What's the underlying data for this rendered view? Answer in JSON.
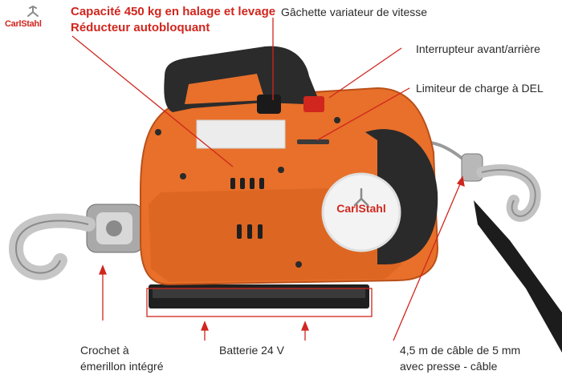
{
  "brand": {
    "name": "CarlStahl",
    "accent": "#d0261e",
    "body_color": "#e8702a"
  },
  "callouts": {
    "capacity_line1": "Capacité 450 kg en halage et levage",
    "capacity_line2": "Réducteur autobloquant",
    "trigger": "Gâchette variateur de vitesse",
    "switch": "Interrupteur avant/arrière",
    "limiter": "Limiteur de charge à DEL",
    "hook_line1": "Crochet à",
    "hook_line2": "émerillon intégré",
    "battery": "Batterie 24 V",
    "cable_line1": "4,5 m de câble de 5 mm",
    "cable_line2": "avec presse - câble"
  }
}
